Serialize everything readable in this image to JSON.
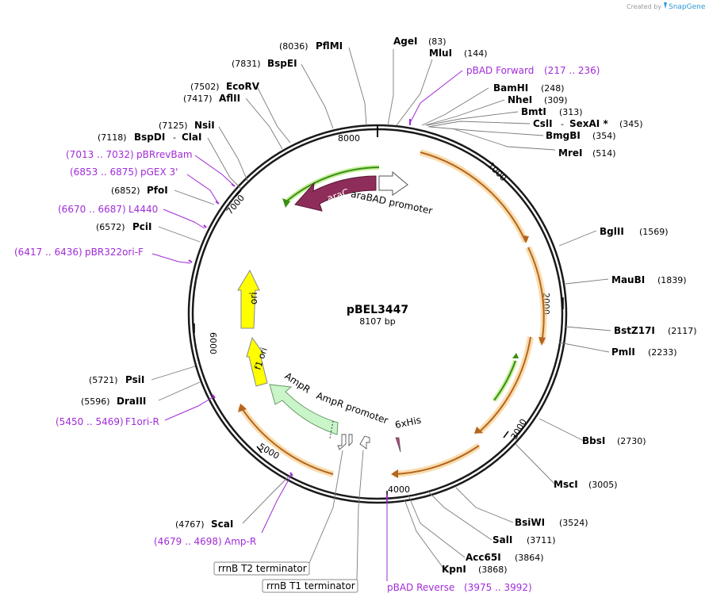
{
  "branding": {
    "created_by": "Created by",
    "product": "SnapGene"
  },
  "plasmid": {
    "name": "pBEL3447",
    "size": "8107 bp"
  },
  "ticks": {
    "t1000": "1000",
    "t2000": "2000",
    "t3000": "3000",
    "t4000": "4000",
    "t5000": "5000",
    "t6000": "6000",
    "t7000": "7000",
    "t8000": "8000"
  },
  "features": {
    "araC": "araC",
    "araBAD_promoter": "araBAD promoter",
    "ori": "ori",
    "f1_ori": "f1 ori",
    "AmpR": "AmpR",
    "AmpR_promoter": "AmpR promoter",
    "his": "6xHis",
    "rrnB_T2": "rrnB T2 terminator",
    "rrnB_T1": "rrnB T1 terminator"
  },
  "enzymes": {
    "AgeI": {
      "name": "AgeI",
      "pos": "(83)"
    },
    "MluI": {
      "name": "MluI",
      "pos": "(144)"
    },
    "BamHI": {
      "name": "BamHI",
      "pos": "(248)"
    },
    "NheI": {
      "name": "NheI",
      "pos": "(309)"
    },
    "BmtI": {
      "name": "BmtI",
      "pos": "(313)"
    },
    "CslI": {
      "name": "CslI",
      "sep": "-",
      "name2": "SexAI *",
      "pos": "(345)"
    },
    "BmgBI": {
      "name": "BmgBI",
      "pos": "(354)"
    },
    "MreI": {
      "name": "MreI",
      "pos": "(514)"
    },
    "BglII": {
      "name": "BglII",
      "pos": "(1569)"
    },
    "MauBI": {
      "name": "MauBI",
      "pos": "(1839)"
    },
    "BstZ17I": {
      "name": "BstZ17I",
      "pos": "(2117)"
    },
    "PmlI": {
      "name": "PmlI",
      "pos": "(2233)"
    },
    "BbsI": {
      "name": "BbsI",
      "pos": "(2730)"
    },
    "MscI": {
      "name": "MscI",
      "pos": "(3005)"
    },
    "BsiWI": {
      "name": "BsiWI",
      "pos": "(3524)"
    },
    "SalI": {
      "name": "SalI",
      "pos": "(3711)"
    },
    "Acc65I": {
      "name": "Acc65I",
      "pos": "(3864)"
    },
    "KpnI": {
      "name": "KpnI",
      "pos": "(3868)"
    },
    "ScaI": {
      "name": "ScaI",
      "pos": "(4767)"
    },
    "DraIII": {
      "name": "DraIII",
      "pos": "(5596)"
    },
    "PsiI": {
      "name": "PsiI",
      "pos": "(5721)"
    },
    "PciI": {
      "name": "PciI",
      "pos": "(6572)"
    },
    "PfoI": {
      "name": "PfoI",
      "pos": "(6852)"
    },
    "BspDI": {
      "name": "BspDI",
      "sep": "-",
      "name2": "ClaI",
      "pos": "(7118)"
    },
    "NsiI": {
      "name": "NsiI",
      "pos": "(7125)"
    },
    "AflII": {
      "name": "AflII",
      "pos": "(7417)"
    },
    "EcoRV": {
      "name": "EcoRV",
      "pos": "(7502)"
    },
    "BspEI": {
      "name": "BspEI",
      "pos": "(7831)"
    },
    "PflMI": {
      "name": "PflMI",
      "pos": "(8036)"
    }
  },
  "primers": {
    "pBAD_Forward": {
      "name": "pBAD Forward",
      "pos": "(217 .. 236)"
    },
    "pBAD_Reverse": {
      "name": "pBAD Reverse",
      "pos": "(3975 .. 3992)"
    },
    "Amp_R": {
      "name": "Amp-R",
      "pos": "(4679 .. 4698)"
    },
    "F1ori_R": {
      "name": "F1ori-R",
      "pos": "(5450 .. 5469)"
    },
    "pBR322ori_F": {
      "name": "pBR322ori-F",
      "pos": "(6417 .. 6436)"
    },
    "L4440": {
      "name": "L4440",
      "pos": "(6670 .. 6687)"
    },
    "pGEX_3": {
      "name": "pGEX 3'",
      "pos": "(6853 .. 6875)"
    },
    "pBRrevBam": {
      "name": "pBRrevBam",
      "pos": "(7013 .. 7032)"
    }
  },
  "colors": {
    "backbone": "#1a1a1a",
    "primer": "#a12bd8",
    "araC": "#8e2d5a",
    "orf_orange": "#b5651d",
    "orf_glow": "#f5c67a",
    "green_orf": "#3a8f16",
    "ori": "#ffff00",
    "ampR": "#c9f5c9",
    "brand": "#2e98d4"
  }
}
